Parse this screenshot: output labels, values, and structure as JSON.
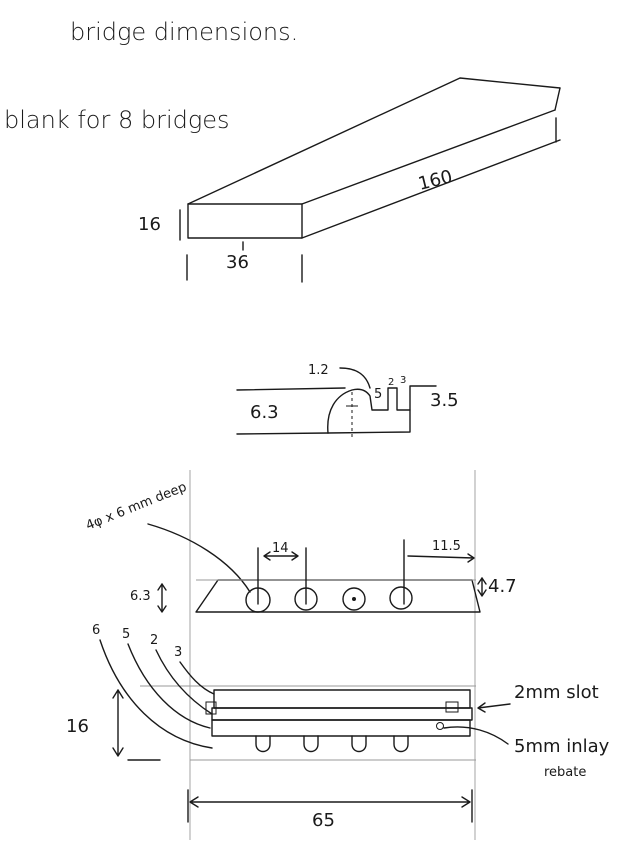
{
  "title": "bridge dimensions.",
  "blank_section": {
    "label": "blank for 8 bridges",
    "height": "16",
    "width": "36",
    "length": "160"
  },
  "profile_section": {
    "saddle_radius": "1.2",
    "dim_5": "5",
    "dim_2": "2",
    "dim_3": "3",
    "height_left": "6.3",
    "height_right": "3.5"
  },
  "top_view": {
    "hole_note": "4φ x 6 mm deep",
    "hole_spacing": "14",
    "edge_offset": "11.5",
    "height_left": "6.3",
    "height_right": "4.7"
  },
  "bottom_view": {
    "dim_6": "6",
    "dim_5": "5",
    "dim_2": "2",
    "dim_3": "3",
    "height": "16",
    "slot_note": "2mm slot",
    "inlay_note": "5mm inlay",
    "rebate_note": "rebate",
    "width": "65"
  }
}
